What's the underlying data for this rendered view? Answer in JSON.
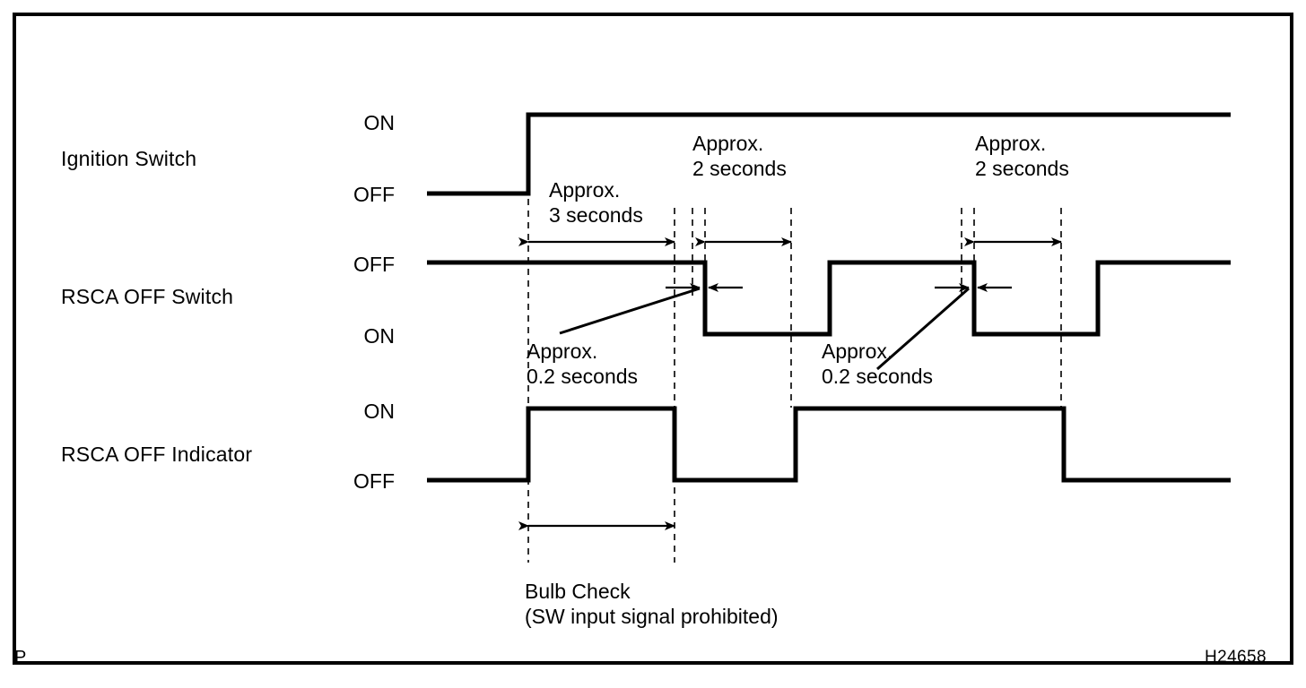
{
  "figure": {
    "code": "H24658",
    "corner_mark": "P",
    "type": "timing-diagram"
  },
  "signals": [
    {
      "name": "Ignition Switch",
      "high_label": "ON",
      "low_label": "OFF"
    },
    {
      "name": "RSCA OFF Switch",
      "high_label": "OFF",
      "low_label": "ON"
    },
    {
      "name": "RSCA OFF Indicator",
      "high_label": "ON",
      "low_label": "OFF"
    }
  ],
  "annotations": [
    {
      "id": "approx-3-seconds",
      "line1": "Approx.",
      "line2": "3 seconds"
    },
    {
      "id": "approx-2-seconds-first",
      "line1": "Approx.",
      "line2": "2 seconds"
    },
    {
      "id": "approx-2-seconds-second",
      "line1": "Approx.",
      "line2": "2 seconds"
    },
    {
      "id": "approx-0-2-seconds-first",
      "line1": "Approx.",
      "line2": "0.2 seconds"
    },
    {
      "id": "approx-0-2-seconds-second",
      "line1": "Approx.",
      "line2": "0.2 seconds"
    },
    {
      "id": "bulb-check",
      "line1": "Bulb Check",
      "line2": "(SW input signal prohibited)"
    }
  ],
  "chart_data": {
    "type": "line",
    "title": "",
    "xlabel": "",
    "ylabel": "",
    "grid": false,
    "legend": "none",
    "series": [
      {
        "name": "Ignition Switch",
        "states": [
          "OFF",
          "ON"
        ],
        "points": [
          {
            "x": 476,
            "state": "OFF"
          },
          {
            "x": 589,
            "state": "OFF"
          },
          {
            "x": 589,
            "state": "ON"
          },
          {
            "x": 1372,
            "state": "ON"
          }
        ]
      },
      {
        "name": "RSCA OFF Switch",
        "states": [
          "OFF",
          "ON"
        ],
        "points": [
          {
            "x": 476,
            "state": "OFF"
          },
          {
            "x": 786,
            "state": "OFF"
          },
          {
            "x": 786,
            "state": "ON"
          },
          {
            "x": 925,
            "state": "ON"
          },
          {
            "x": 925,
            "state": "OFF"
          },
          {
            "x": 1086,
            "state": "OFF"
          },
          {
            "x": 1086,
            "state": "ON"
          },
          {
            "x": 1224,
            "state": "ON"
          },
          {
            "x": 1224,
            "state": "OFF"
          },
          {
            "x": 1372,
            "state": "OFF"
          }
        ]
      },
      {
        "name": "RSCA OFF Indicator",
        "states": [
          "OFF",
          "ON"
        ],
        "points": [
          {
            "x": 476,
            "state": "OFF"
          },
          {
            "x": 589,
            "state": "OFF"
          },
          {
            "x": 589,
            "state": "ON"
          },
          {
            "x": 752,
            "state": "ON"
          },
          {
            "x": 752,
            "state": "OFF"
          },
          {
            "x": 887,
            "state": "OFF"
          },
          {
            "x": 887,
            "state": "ON"
          },
          {
            "x": 1186,
            "state": "ON"
          },
          {
            "x": 1186,
            "state": "OFF"
          },
          {
            "x": 1372,
            "state": "OFF"
          }
        ]
      }
    ],
    "intervals": [
      {
        "label": "Approx. 3 seconds",
        "from_x": 589,
        "to_x": 752,
        "seconds": 3
      },
      {
        "label": "Approx. 2 seconds",
        "from_x": 786,
        "to_x": 882,
        "seconds": 2
      },
      {
        "label": "Approx. 2 seconds",
        "from_x": 1086,
        "to_x": 1183,
        "seconds": 2
      },
      {
        "label": "Approx. 0.2 seconds",
        "from_x": 772,
        "to_x": 786,
        "seconds": 0.2
      },
      {
        "label": "Approx. 0.2 seconds",
        "from_x": 1072,
        "to_x": 1086,
        "seconds": 0.2
      },
      {
        "label": "Bulb Check (SW input signal prohibited)",
        "from_x": 589,
        "to_x": 752,
        "seconds": 3
      }
    ]
  },
  "colors": {
    "stroke": "#000000",
    "background": "#ffffff"
  }
}
